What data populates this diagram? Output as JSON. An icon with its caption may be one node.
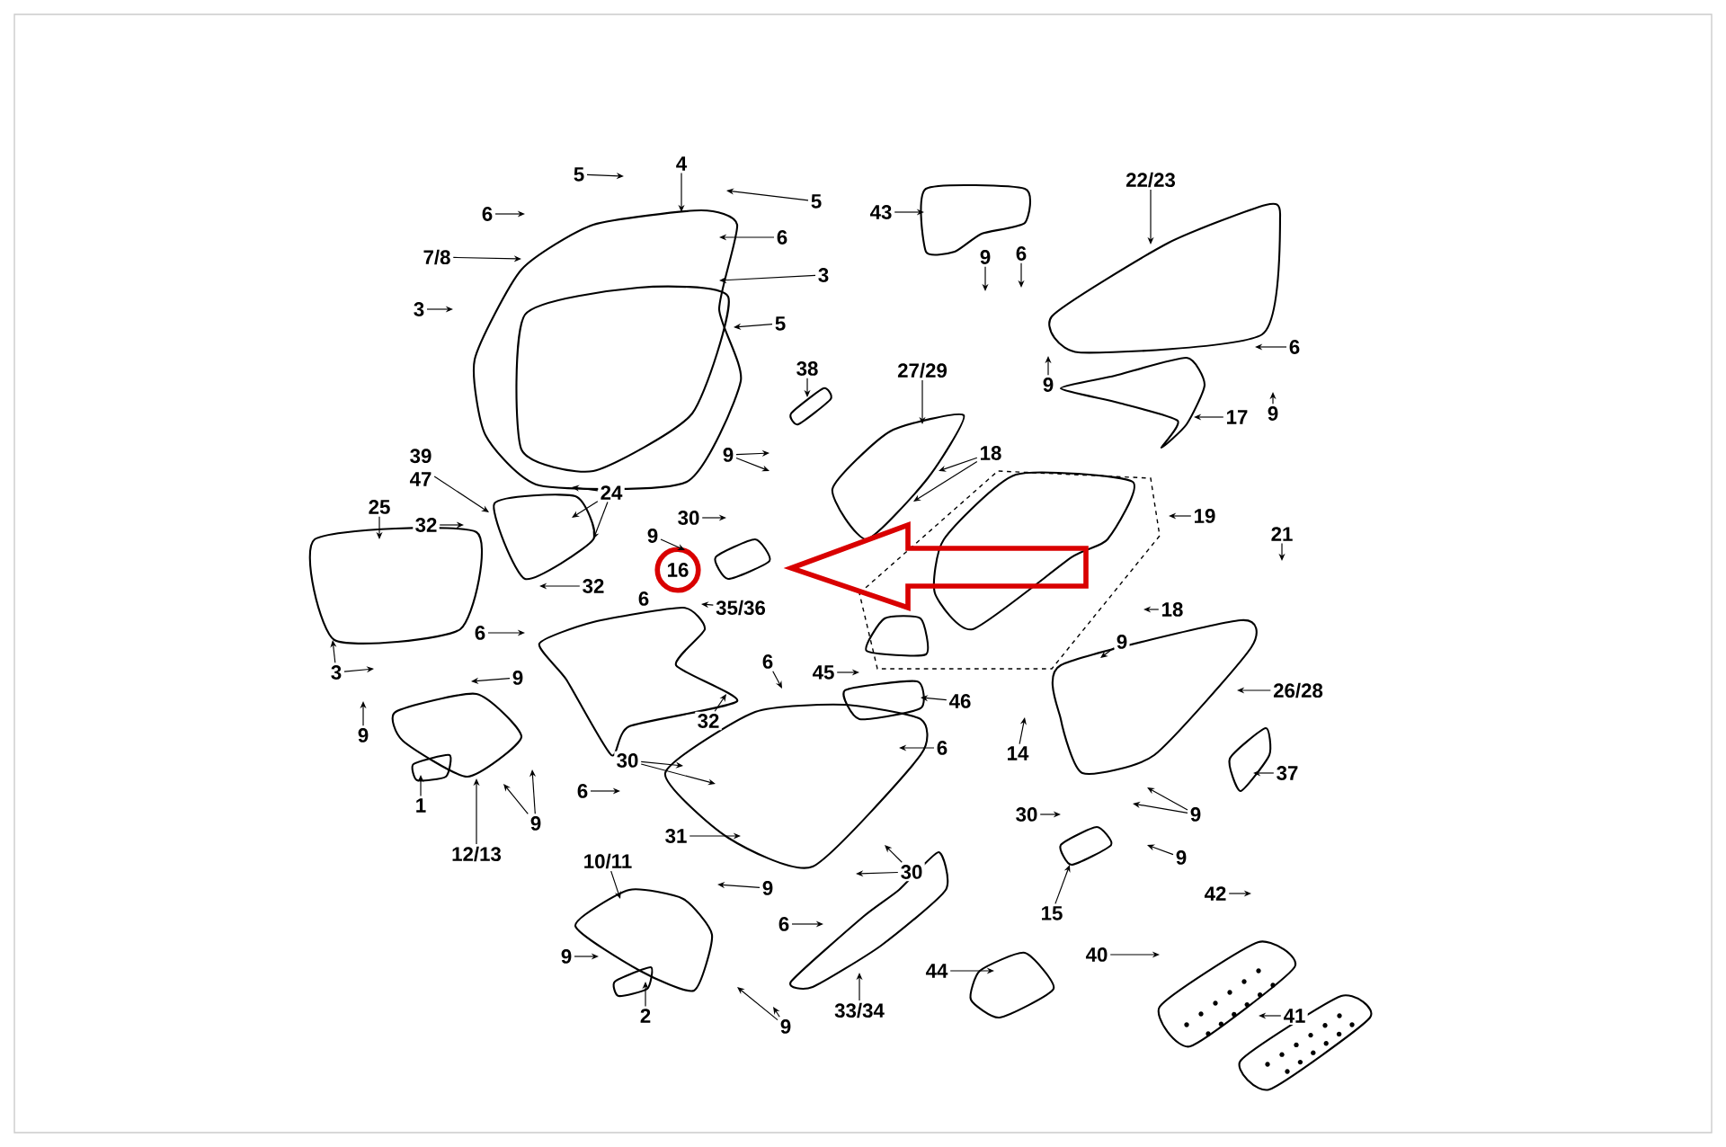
{
  "diagram": {
    "nodes": [
      {
        "text": [
          "5"
        ]
      },
      {
        "text": [
          "4"
        ]
      },
      {
        "text": [
          "43"
        ]
      },
      {
        "text": [
          "22/23"
        ]
      },
      {
        "text": [
          "6"
        ]
      },
      {
        "text": [
          "5"
        ]
      },
      {
        "text": [
          "7/8"
        ]
      },
      {
        "text": [
          "6"
        ]
      },
      {
        "text": [
          "3"
        ]
      },
      {
        "text": [
          "9"
        ]
      },
      {
        "text": [
          "6"
        ]
      },
      {
        "text": [
          "5"
        ]
      },
      {
        "text": [
          "3"
        ]
      },
      {
        "text": [
          "9"
        ]
      },
      {
        "text": [
          "6"
        ]
      },
      {
        "text": [
          "38"
        ]
      },
      {
        "text": [
          "27/29"
        ]
      },
      {
        "text": [
          "9"
        ]
      },
      {
        "text": [
          "17"
        ]
      },
      {
        "text": [
          "9"
        ]
      },
      {
        "text": [
          "18"
        ]
      },
      {
        "text": [
          "39",
          "47"
        ]
      },
      {
        "text": [
          "24"
        ]
      },
      {
        "text": [
          "25"
        ]
      },
      {
        "text": [
          "19"
        ]
      },
      {
        "text": [
          "21"
        ]
      },
      {
        "text": [
          "32"
        ]
      },
      {
        "text": [
          "30"
        ]
      },
      {
        "text": [
          "9"
        ]
      },
      {
        "text": [
          "16"
        ]
      },
      {
        "text": [
          "32"
        ]
      },
      {
        "text": [
          "6"
        ]
      },
      {
        "text": [
          "35/36"
        ]
      },
      {
        "text": [
          "18"
        ]
      },
      {
        "text": [
          "6"
        ]
      },
      {
        "text": [
          "9"
        ]
      },
      {
        "text": [
          "3"
        ]
      },
      {
        "text": [
          "9"
        ]
      },
      {
        "text": [
          "6"
        ]
      },
      {
        "text": [
          "45"
        ]
      },
      {
        "text": [
          "26/28"
        ]
      },
      {
        "text": [
          "46"
        ]
      },
      {
        "text": [
          "32"
        ]
      },
      {
        "text": [
          "9"
        ]
      },
      {
        "text": [
          "6"
        ]
      },
      {
        "text": [
          "14"
        ]
      },
      {
        "text": [
          "30"
        ]
      },
      {
        "text": [
          "37"
        ]
      },
      {
        "text": [
          "6"
        ]
      },
      {
        "text": [
          "1"
        ]
      },
      {
        "text": [
          "9"
        ]
      },
      {
        "text": [
          "9"
        ]
      },
      {
        "text": [
          "30"
        ]
      },
      {
        "text": [
          "31"
        ]
      },
      {
        "text": [
          "12/13"
        ]
      },
      {
        "text": [
          "9"
        ]
      },
      {
        "text": [
          "30"
        ]
      },
      {
        "text": [
          "10/11"
        ]
      },
      {
        "text": [
          "9"
        ]
      },
      {
        "text": [
          "42"
        ]
      },
      {
        "text": [
          "15"
        ]
      },
      {
        "text": [
          "9"
        ]
      },
      {
        "text": [
          "6"
        ]
      },
      {
        "text": [
          "40"
        ]
      },
      {
        "text": [
          "44"
        ]
      },
      {
        "text": [
          "33/34"
        ]
      },
      {
        "text": [
          "2"
        ]
      },
      {
        "text": [
          "41"
        ]
      },
      {
        "text": [
          "9"
        ]
      }
    ],
    "edges": [
      {
        "from": 0,
        "to": null,
        "arrow": "to"
      },
      {
        "from": 1,
        "to": null,
        "arrow": "to"
      },
      {
        "from": 2,
        "to": null,
        "arrow": "to"
      },
      {
        "from": 3,
        "to": null,
        "arrow": "to"
      },
      {
        "from": 4,
        "to": null,
        "arrow": "to"
      },
      {
        "from": 5,
        "to": null,
        "arrow": "to"
      },
      {
        "from": 6,
        "to": null,
        "arrow": "to"
      },
      {
        "from": 7,
        "to": null,
        "arrow": "to"
      },
      {
        "from": 8,
        "to": null,
        "arrow": "to"
      },
      {
        "from": 9,
        "to": null,
        "arrow": "to"
      },
      {
        "from": 10,
        "to": null,
        "arrow": "to"
      },
      {
        "from": 11,
        "to": null,
        "arrow": "to"
      },
      {
        "from": 12,
        "to": null,
        "arrow": "to"
      },
      {
        "from": 13,
        "to": null,
        "arrow": "to"
      },
      {
        "from": 14,
        "to": null,
        "arrow": "to"
      },
      {
        "from": 15,
        "to": null,
        "arrow": "to"
      },
      {
        "from": 16,
        "to": null,
        "arrow": "to"
      },
      {
        "from": 17,
        "to": null,
        "arrow": "to"
      },
      {
        "from": 18,
        "to": null,
        "arrow": "to"
      },
      {
        "from": 19,
        "to": null,
        "arrow": "to"
      },
      {
        "from": 19,
        "to": null,
        "arrow": "to"
      },
      {
        "from": 20,
        "to": null,
        "arrow": "to"
      },
      {
        "from": 20,
        "to": null,
        "arrow": "to"
      },
      {
        "from": 21,
        "to": null,
        "arrow": "to"
      },
      {
        "from": 22,
        "to": null,
        "arrow": "to"
      },
      {
        "from": 22,
        "to": null,
        "arrow": "to"
      },
      {
        "from": 22,
        "to": null,
        "arrow": "to"
      },
      {
        "from": 23,
        "to": null,
        "arrow": "to"
      },
      {
        "from": 24,
        "to": null,
        "arrow": "to"
      },
      {
        "from": 25,
        "to": null,
        "arrow": "to"
      },
      {
        "from": 26,
        "to": null,
        "arrow": "to"
      },
      {
        "from": 27,
        "to": null,
        "arrow": "to"
      },
      {
        "from": 28,
        "to": null,
        "arrow": "to"
      },
      {
        "from": 30,
        "to": null,
        "arrow": "to"
      },
      {
        "from": 32,
        "to": null,
        "arrow": "to"
      },
      {
        "from": 33,
        "to": null,
        "arrow": "to"
      },
      {
        "from": 34,
        "to": null,
        "arrow": "to"
      },
      {
        "from": 35,
        "to": null,
        "arrow": "to"
      },
      {
        "from": 36,
        "to": null,
        "arrow": "to"
      },
      {
        "from": 36,
        "to": null,
        "arrow": "to"
      },
      {
        "from": 37,
        "to": null,
        "arrow": "to"
      },
      {
        "from": 38,
        "to": null,
        "arrow": "to"
      },
      {
        "from": 39,
        "to": null,
        "arrow": "to"
      },
      {
        "from": 40,
        "to": null,
        "arrow": "to"
      },
      {
        "from": 41,
        "to": null,
        "arrow": "to"
      },
      {
        "from": 42,
        "to": null,
        "arrow": "to"
      },
      {
        "from": 43,
        "to": null,
        "arrow": "to"
      },
      {
        "from": 44,
        "to": null,
        "arrow": "to"
      },
      {
        "from": 45,
        "to": null,
        "arrow": "to"
      },
      {
        "from": 46,
        "to": null,
        "arrow": "to"
      },
      {
        "from": 46,
        "to": null,
        "arrow": "to"
      },
      {
        "from": 47,
        "to": null,
        "arrow": "to"
      },
      {
        "from": 48,
        "to": null,
        "arrow": "to"
      },
      {
        "from": 49,
        "to": null,
        "arrow": "to"
      },
      {
        "from": 50,
        "to": null,
        "arrow": "to"
      },
      {
        "from": 50,
        "to": null,
        "arrow": "to"
      },
      {
        "from": 51,
        "to": null,
        "arrow": "to"
      },
      {
        "from": 51,
        "to": null,
        "arrow": "to"
      },
      {
        "from": 52,
        "to": null,
        "arrow": "to"
      },
      {
        "from": 53,
        "to": null,
        "arrow": "to"
      },
      {
        "from": 54,
        "to": null,
        "arrow": "to"
      },
      {
        "from": 55,
        "to": null,
        "arrow": "to"
      },
      {
        "from": 56,
        "to": null,
        "arrow": "to"
      },
      {
        "from": 56,
        "to": null,
        "arrow": "to"
      },
      {
        "from": 57,
        "to": null,
        "arrow": "to"
      },
      {
        "from": 58,
        "to": null,
        "arrow": "to"
      },
      {
        "from": 59,
        "to": null,
        "arrow": "to"
      },
      {
        "from": 60,
        "to": null,
        "arrow": "to"
      },
      {
        "from": 61,
        "to": null,
        "arrow": "to"
      },
      {
        "from": 62,
        "to": null,
        "arrow": "to"
      },
      {
        "from": 63,
        "to": null,
        "arrow": "to"
      },
      {
        "from": 64,
        "to": null,
        "arrow": "to"
      },
      {
        "from": 65,
        "to": null,
        "arrow": "to"
      },
      {
        "from": 66,
        "to": null,
        "arrow": "to"
      },
      {
        "from": 67,
        "to": null,
        "arrow": "to"
      },
      {
        "from": 68,
        "to": null,
        "arrow": "to"
      },
      {
        "from": 68,
        "to": null,
        "arrow": "to"
      }
    ]
  }
}
